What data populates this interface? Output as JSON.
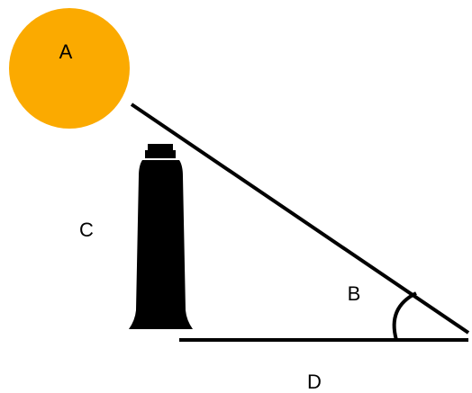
{
  "labels": {
    "sun": "A",
    "angle": "B",
    "tower": "C",
    "ground": "D"
  },
  "colors": {
    "sun": "#FBAA00",
    "ink": "#000000",
    "background": "#ffffff"
  }
}
